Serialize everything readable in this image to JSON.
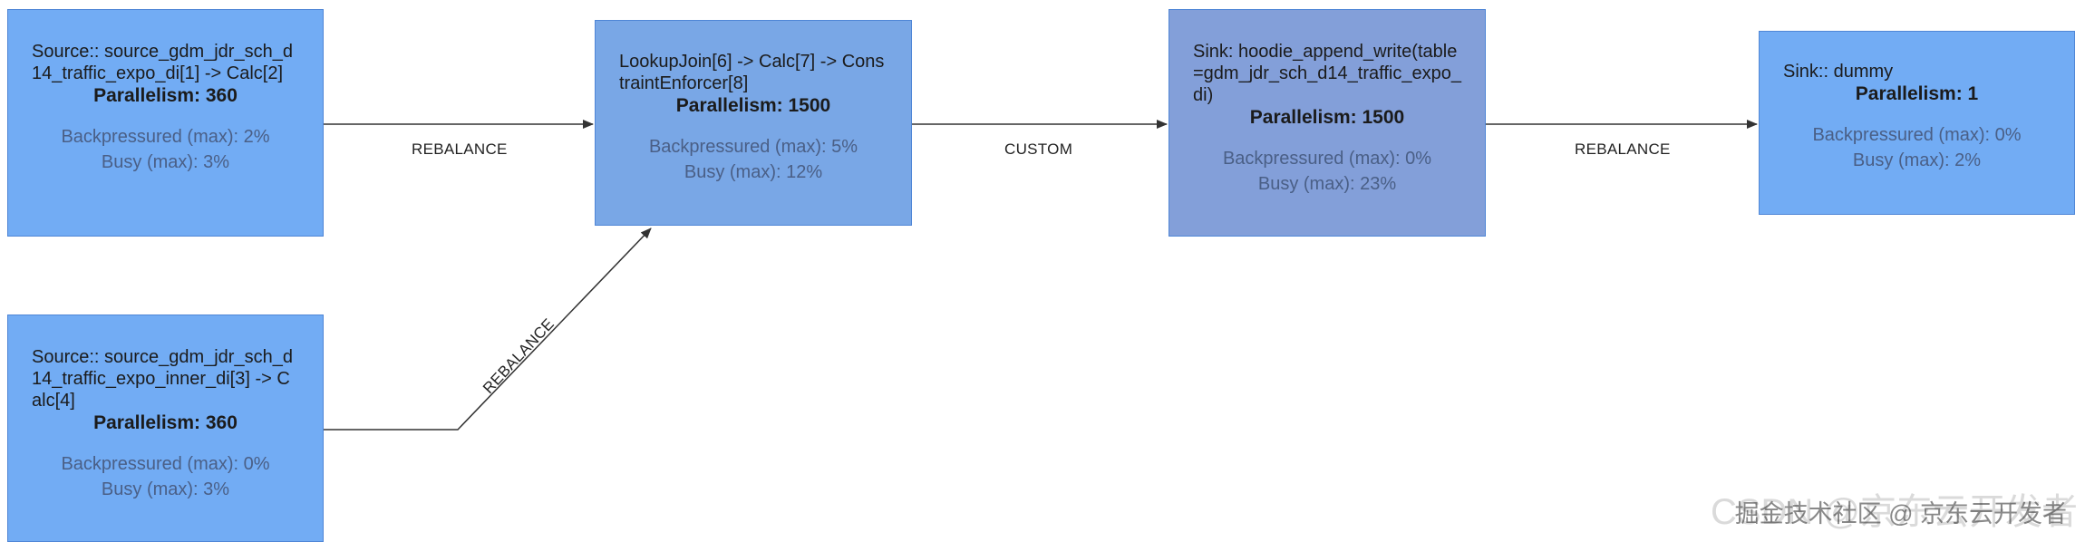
{
  "nodes": [
    {
      "title": "Source:: source_gdm_jdr_sch_d14_traffic_expo_di[1] -> Calc[2]",
      "parallelism": "Parallelism: 360",
      "backpressured": "Backpressured (max): 2%",
      "busy": "Busy (max): 3%"
    },
    {
      "title": "Source:: source_gdm_jdr_sch_d14_traffic_expo_inner_di[3] -> Calc[4]",
      "parallelism": "Parallelism: 360",
      "backpressured": "Backpressured (max): 0%",
      "busy": "Busy (max): 3%"
    },
    {
      "title": "LookupJoin[6] -> Calc[7] -> ConstraintEnforcer[8]",
      "parallelism": "Parallelism: 1500",
      "backpressured": "Backpressured (max): 5%",
      "busy": "Busy (max): 12%"
    },
    {
      "title": "Sink: hoodie_append_write(table=gdm_jdr_sch_d14_traffic_expo_di)",
      "parallelism": "Parallelism: 1500",
      "backpressured": "Backpressured (max): 0%",
      "busy": "Busy (max): 23%"
    },
    {
      "title": "Sink:: dummy",
      "parallelism": "Parallelism: 1",
      "backpressured": "Backpressured (max): 0%",
      "busy": "Busy (max): 2%"
    }
  ],
  "edges": [
    {
      "label": "REBALANCE"
    },
    {
      "label": "REBALANCE"
    },
    {
      "label": "CUSTOM"
    },
    {
      "label": "REBALANCE"
    }
  ],
  "colors": {
    "node_light": "#72acf4",
    "node_mid": "#79a7e6",
    "node_dark": "#839fd9",
    "edge": "#333333"
  },
  "watermark": {
    "back": "CSDN @京东云开发者",
    "front": "掘金技术社区 @ 京东云开发者"
  }
}
